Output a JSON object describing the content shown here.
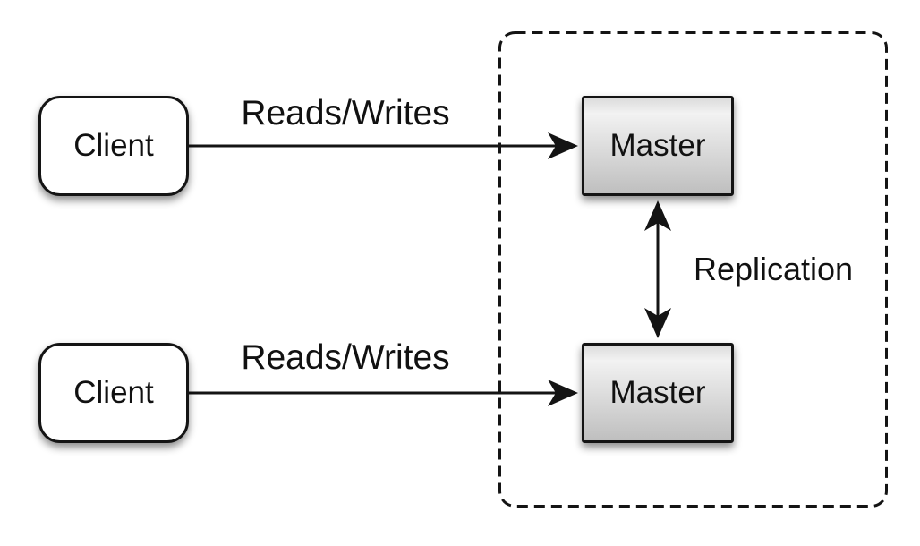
{
  "diagram": {
    "kind": "database-replication-architecture",
    "nodes": {
      "client_top": {
        "label": "Client"
      },
      "client_bottom": {
        "label": "Client"
      },
      "master_top": {
        "label": "Master"
      },
      "master_bottom": {
        "label": "Master"
      }
    },
    "edges": {
      "client_top_to_master_top": {
        "label": "Reads/Writes",
        "direction": "right"
      },
      "client_bottom_to_master_bottom": {
        "label": "Reads/Writes",
        "direction": "right"
      },
      "master_to_master": {
        "label": "Replication",
        "direction": "both"
      }
    },
    "colors": {
      "background": "#ffffff",
      "stroke": "#141414",
      "client_fill": "#ffffff",
      "master_gradient_top": "#f2f2f2",
      "master_gradient_bottom": "#bfbfbf"
    }
  }
}
